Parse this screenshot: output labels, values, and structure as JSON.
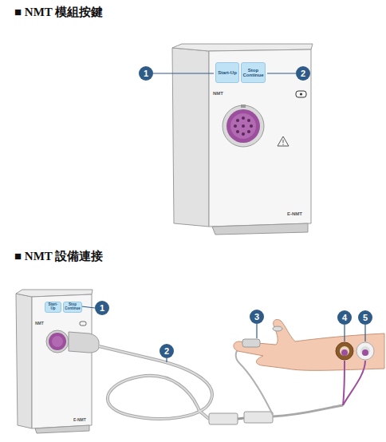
{
  "diagram": {
    "nodes": [
      {
        "text": [
          "Start-Up"
        ]
      },
      {
        "text": [
          "Stop Continue"
        ]
      },
      {
        "text": [
          "Start-Up"
        ]
      },
      {
        "text": [
          "Stop Continue"
        ]
      }
    ],
    "labels": [
      "■ NMT 模組按鍵",
      "1",
      "2",
      "NMT",
      "E-NMT",
      "■ NMT 設備連接",
      "1",
      "2",
      "3",
      "4",
      "5",
      "NMT",
      "E-NMT"
    ]
  }
}
